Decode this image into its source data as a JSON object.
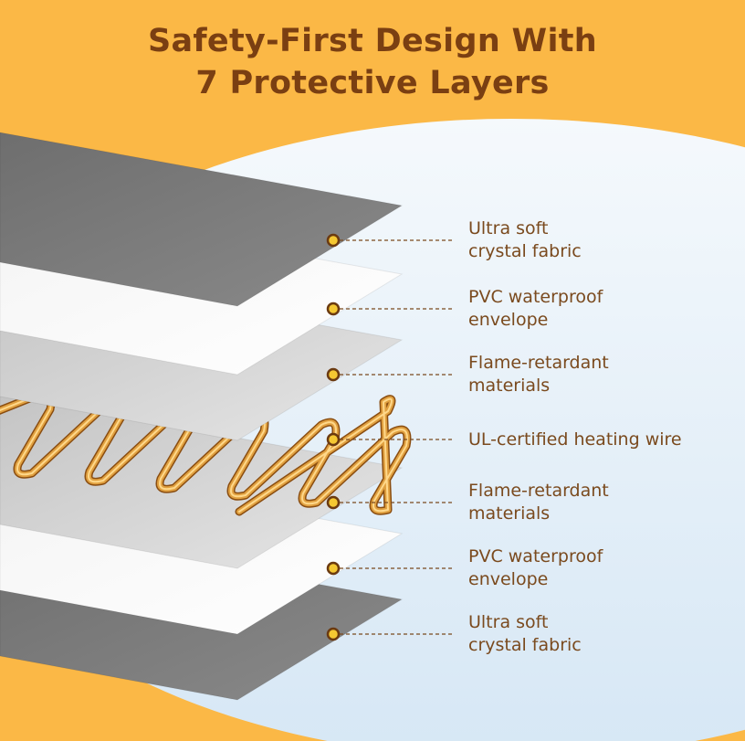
{
  "title_line1": "Safety-First Design With",
  "title_line2": "7 Protective Layers",
  "colors": {
    "background": "#fbb846",
    "panel": "#eef5fb",
    "text": "#7a4a1e",
    "dot": "#f5c832",
    "wire": "#d9902e"
  },
  "layers": [
    {
      "line1": "Ultra soft",
      "line2": "crystal fabric",
      "kind": "fabric"
    },
    {
      "line1": "PVC waterproof",
      "line2": "envelope",
      "kind": "film"
    },
    {
      "line1": "Flame-retardant",
      "line2": "materials",
      "kind": "sheet"
    },
    {
      "line1": "UL-certified heating wire",
      "line2": "",
      "kind": "wire"
    },
    {
      "line1": "Flame-retardant",
      "line2": "materials",
      "kind": "sheet"
    },
    {
      "line1": "PVC waterproof",
      "line2": "envelope",
      "kind": "film"
    },
    {
      "line1": "Ultra soft",
      "line2": "crystal fabric",
      "kind": "fabric"
    }
  ]
}
